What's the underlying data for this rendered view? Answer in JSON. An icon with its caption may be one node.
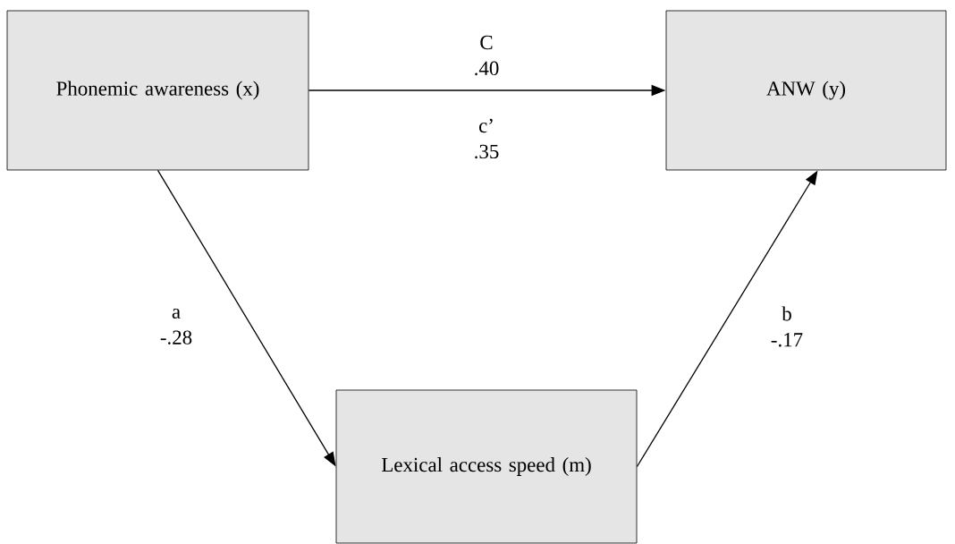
{
  "diagram": {
    "nodes": [
      {
        "text": [
          "Phonemic awareness (x)"
        ]
      },
      {
        "text": [
          "ANW (y)"
        ]
      },
      {
        "text": [
          "Lexical access speed (m)"
        ]
      }
    ],
    "edges": [
      {
        "from": 0,
        "to": 1,
        "arrow": "to",
        "label": "C .40"
      },
      {
        "from": 0,
        "to": 2,
        "arrow": "to",
        "label": "a -.28"
      },
      {
        "from": 2,
        "to": 1,
        "arrow": "to",
        "label": "b -.17"
      }
    ],
    "labels": [
      "c’ .35"
    ]
  }
}
